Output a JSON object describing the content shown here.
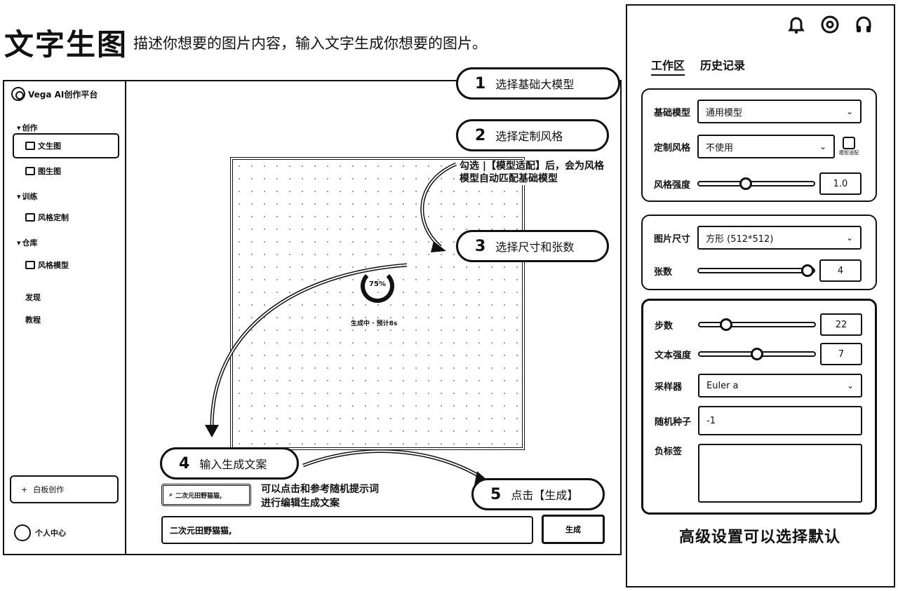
{
  "header": {
    "title": "文字生图",
    "subtitle": "描述你想要的图片内容，输入文字生成你想要的图片。"
  },
  "sidebar": {
    "brand": "Vega AI创作平台",
    "groups": [
      {
        "label": "创作",
        "items": [
          "文生图",
          "图生图"
        ]
      },
      {
        "label": "训练",
        "items": [
          "风格定制"
        ]
      },
      {
        "label": "仓库",
        "items": [
          "风格模型"
        ]
      }
    ],
    "links": [
      "发现",
      "教程"
    ],
    "whiteboard_label": "白板创作",
    "profile_label": "个人中心"
  },
  "canvas": {
    "progress": "75%",
    "status": "生成中 · 预计8s"
  },
  "prompt": {
    "random_chip": "二次元田野猫猫,",
    "input_value": "二次元田野猫猫,",
    "generate_label": "生成"
  },
  "steps": [
    {
      "num": "1",
      "label": "选择基础大模型"
    },
    {
      "num": "2",
      "label": "选择定制风格"
    },
    {
      "num": "3",
      "label": "选择尺寸和张数"
    },
    {
      "num": "4",
      "label": "输入生成文案"
    },
    {
      "num": "5",
      "label": "点击【生成】"
    }
  ],
  "notes": {
    "style_note_line1": "勾选 |【模型适配】后，会为风格",
    "style_note_line2": "模型自动匹配基础模型",
    "random_note_line1": "可以点击和参考随机提示词",
    "random_note_line2": "进行编辑生成文案"
  },
  "panel": {
    "icons": [
      "bell-icon",
      "gear-icon",
      "headset-icon"
    ],
    "tabs": [
      "工作区",
      "历史记录"
    ],
    "base_model": {
      "label": "基础模型",
      "value": "通用模型"
    },
    "style": {
      "label": "定制风格",
      "value": "不使用",
      "checkbox_label": "模型适配"
    },
    "style_strength": {
      "label": "风格强度",
      "value": "1.0",
      "level": 0.4
    },
    "size": {
      "label": "图片尺寸",
      "value": "方形 (512*512)"
    },
    "count": {
      "label": "张数",
      "value": "4",
      "level": 1.0
    },
    "steps": {
      "label": "步数",
      "value": "22",
      "level": 0.2
    },
    "text_strength": {
      "label": "文本强度",
      "value": "7",
      "level": 0.5
    },
    "sampler": {
      "label": "采样器",
      "value": "Euler a"
    },
    "seed": {
      "label": "随机种子",
      "value": "-1"
    },
    "negative": {
      "label": "负标签",
      "value": ""
    },
    "advanced_note": "高级设置可以选择默认"
  }
}
